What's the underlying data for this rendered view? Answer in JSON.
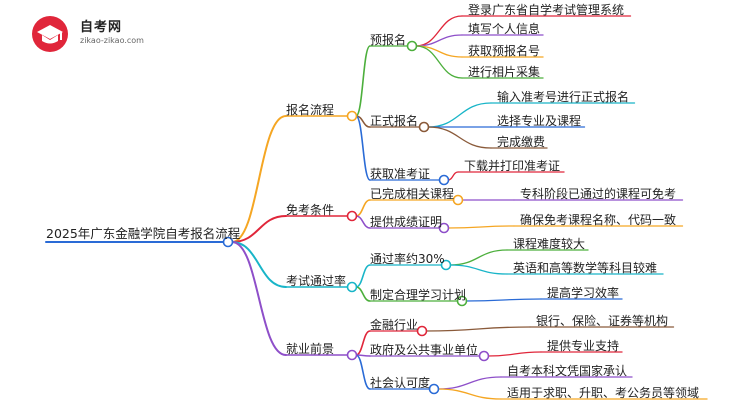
{
  "logo": {
    "title": "自考网",
    "subtitle": "zikao-zikao.com"
  },
  "colors": {
    "root_line": "#2a6bd6",
    "branches": [
      "#f5a623",
      "#e0263a",
      "#19b5c8",
      "#8e4fc9"
    ],
    "level2": [
      "#4caf3c",
      "#8a5a3a",
      "#2a6bd6",
      "#f5a623",
      "#8e4fc9",
      "#19b5c8",
      "#4caf3c",
      "#e0263a",
      "#8e4fc9",
      "#2a6bd6"
    ],
    "leaf_pool": [
      "#e0263a",
      "#8e4fc9",
      "#f5a623",
      "#4caf3c",
      "#19b5c8",
      "#2a6bd6",
      "#8a5a3a"
    ]
  },
  "mindmap": {
    "root": "2025年广东金融学院自考报名流程",
    "branches": [
      {
        "label": "报名流程",
        "children": [
          {
            "label": "预报名",
            "children": [
              "登录广东省自学考试管理系统",
              "填写个人信息",
              "获取预报名号",
              "进行相片采集"
            ]
          },
          {
            "label": "正式报名",
            "children": [
              "输入准考号进行正式报名",
              "选择专业及课程",
              "完成缴费"
            ]
          },
          {
            "label": "获取准考证",
            "children": [
              "下载并打印准考证"
            ]
          }
        ]
      },
      {
        "label": "免考条件",
        "children": [
          {
            "label": "已完成相关课程",
            "children": [
              "专科阶段已通过的课程可免考"
            ]
          },
          {
            "label": "提供成绩证明",
            "children": [
              "确保免考课程名称、代码一致"
            ]
          }
        ]
      },
      {
        "label": "考试通过率",
        "children": [
          {
            "label": "通过率约30%",
            "children": [
              "课程难度较大",
              "英语和高等数学等科目较难"
            ]
          },
          {
            "label": "制定合理学习计划",
            "children": [
              "提高学习效率"
            ]
          }
        ]
      },
      {
        "label": "就业前景",
        "children": [
          {
            "label": "金融行业",
            "children": [
              "银行、保险、证券等机构"
            ]
          },
          {
            "label": "政府及公共事业单位",
            "children": [
              "提供专业支持"
            ]
          },
          {
            "label": "社会认可度",
            "children": [
              "自考本科文凭国家承认",
              "适用于求职、升职、考公务员等领域"
            ]
          }
        ]
      }
    ]
  }
}
